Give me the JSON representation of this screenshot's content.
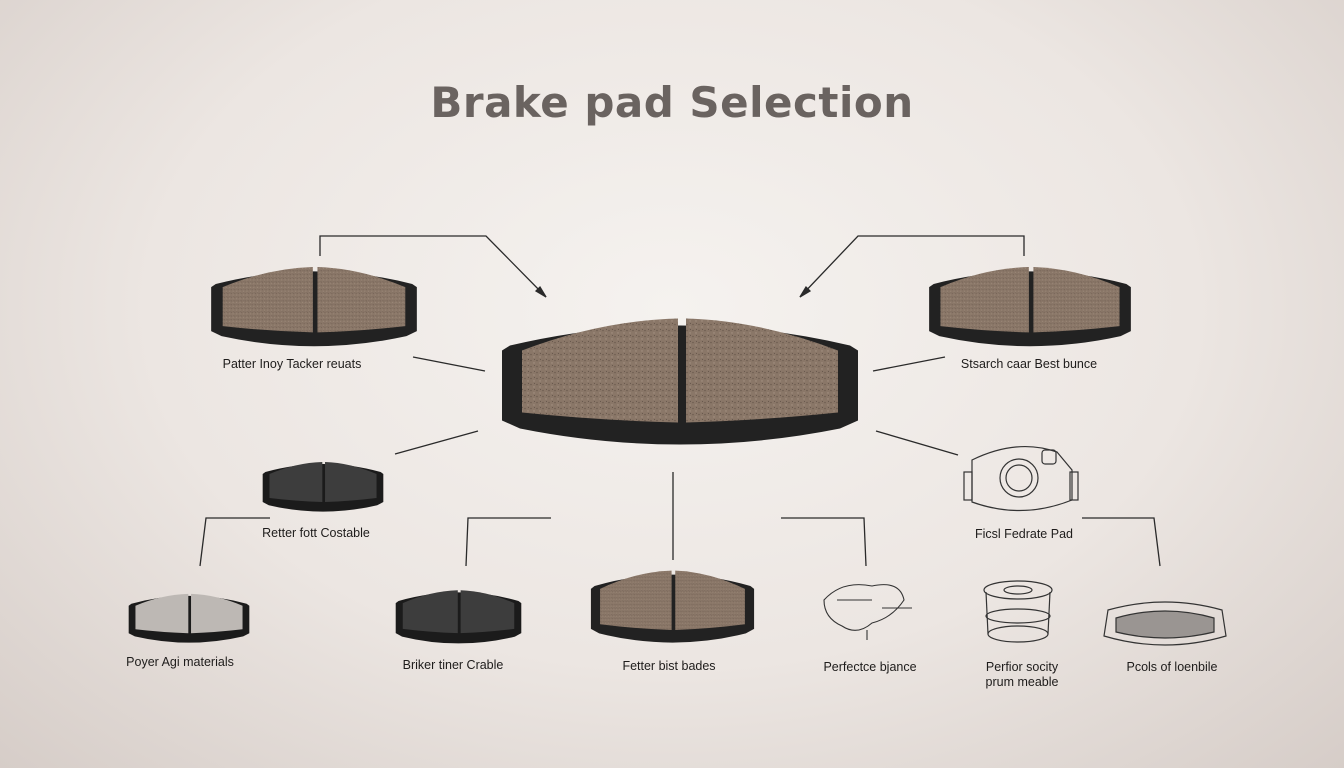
{
  "title": "Brake pad Selection",
  "labels": {
    "top_left": "Patter Inoy Tacker reuats",
    "top_right": "Stsarch caar Best bunce",
    "mid_left": "Retter fott Costable",
    "mid_right": "Ficsl Fedrate Pad",
    "bottom_1": "Poyer Agi materials",
    "bottom_2": "Briker tiner Crable",
    "bottom_3": "Fetter bist bades",
    "bottom_4": "Perfectce bjance",
    "bottom_5_line1": "Perfior socity",
    "bottom_5_line2": "prum meable",
    "bottom_6": "Pcols of loenbile"
  },
  "colors": {
    "friction": "#8a7768",
    "backing": "#1f1f1f",
    "title": "#6a6360"
  }
}
